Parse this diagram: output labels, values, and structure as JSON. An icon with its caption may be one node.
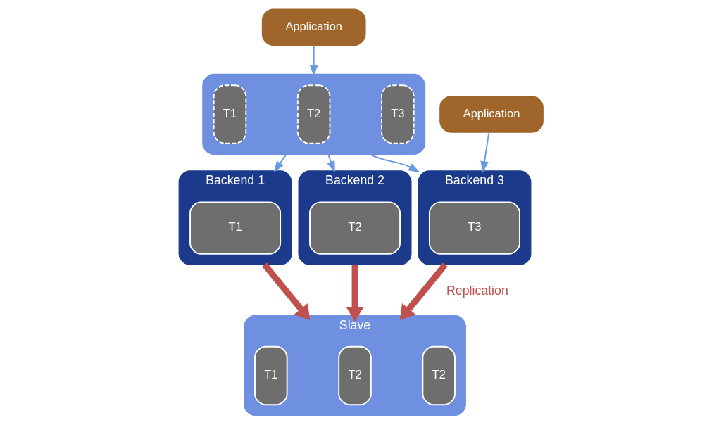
{
  "diagram": {
    "nodes": [
      {
        "text": [
          "Application"
        ]
      },
      {
        "text": [],
        "shape": "box"
      },
      {
        "text": [
          "T1"
        ],
        "in": 1
      },
      {
        "text": [
          "T2"
        ],
        "in": 1
      },
      {
        "text": [
          "T3"
        ],
        "in": 1
      },
      {
        "text": [
          "Application"
        ]
      },
      {
        "text": [
          "Backend 1"
        ]
      },
      {
        "text": [
          "T1"
        ],
        "in": 6
      },
      {
        "text": [
          "Backend 2"
        ]
      },
      {
        "text": [
          "T2"
        ],
        "in": 8
      },
      {
        "text": [
          "Backend 3"
        ]
      },
      {
        "text": [
          "T3"
        ],
        "in": 10
      },
      {
        "text": [
          "Slave"
        ]
      },
      {
        "text": [
          "T1"
        ],
        "in": 12
      },
      {
        "text": [
          "T2"
        ],
        "in": 12
      },
      {
        "text": [
          "T2"
        ],
        "in": 12
      }
    ],
    "edges": [
      {
        "from": 0,
        "to": 1,
        "arrow": "to"
      },
      {
        "from": 1,
        "to": 6,
        "arrow": "to"
      },
      {
        "from": 1,
        "to": 8,
        "arrow": "to"
      },
      {
        "from": 1,
        "to": 10,
        "arrow": "to"
      },
      {
        "from": 5,
        "to": 10,
        "arrow": "to"
      },
      {
        "from": 6,
        "to": 12,
        "arrow": "to",
        "style": "thick",
        "color": "#c0504d"
      },
      {
        "from": 8,
        "to": 12,
        "arrow": "to",
        "style": "thick",
        "color": "#c0504d"
      },
      {
        "from": 10,
        "to": 12,
        "arrow": "to",
        "style": "thick",
        "color": "#c0504d",
        "label": "Replication"
      }
    ]
  }
}
